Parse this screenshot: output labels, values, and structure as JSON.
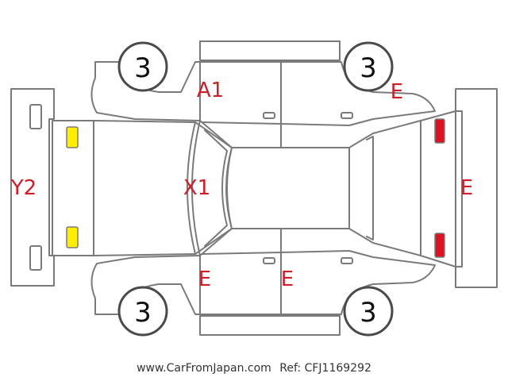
{
  "colors": {
    "outline": "#7a7a7a",
    "wheel_ring": "#4a4a4a",
    "label": "#cc1f2a",
    "lamp_yellow": "#ffee00",
    "lamp_red": "#dd1122"
  },
  "wheels": {
    "front_left": "3",
    "front_right": "3",
    "rear_left": "3",
    "rear_right": "3"
  },
  "damage_marks": {
    "front_bumper": "Y2",
    "hood": "X1",
    "left_front_fender": "A1",
    "left_rear_quarter": "E",
    "rear_bumper": "E",
    "right_front_door": "E",
    "right_rear_door": "E"
  },
  "footer": {
    "url": "www.CarFromJapan.com",
    "ref": "Ref: CFJ1169292"
  }
}
